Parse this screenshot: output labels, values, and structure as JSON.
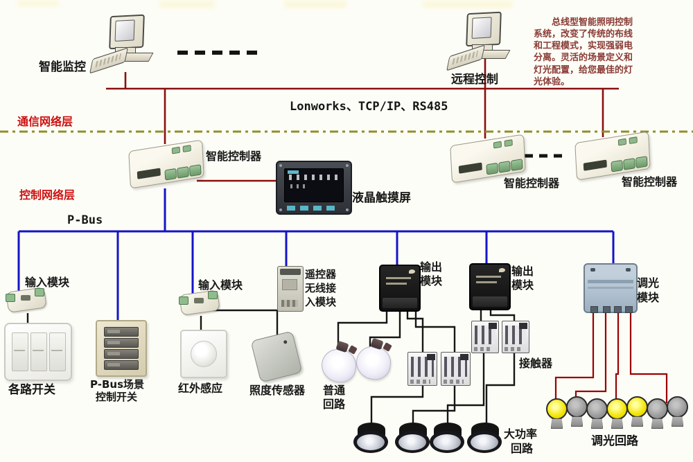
{
  "note": {
    "lines": [
      "总线型智能照明控制",
      "系统，改变了传统的布线",
      "和工程模式，实现强弱电",
      "分离。灵活的场景定义和",
      "灯光配置，给您最佳的灯",
      "光体验。"
    ]
  },
  "layers": {
    "comm_label": "通信网络层",
    "control_label": "控制网络层"
  },
  "buses": {
    "comm_protocols": "Lonworks、TCP/IP、RS485",
    "pbus_label": "P-Bus"
  },
  "devices": {
    "monitor_pc_label": "智能监控",
    "remote_pc_label": "远程控制",
    "controller_label": "智能控制器",
    "touchscreen_label": "液晶触摸屏",
    "input_module_label": "输入模块",
    "wireless_module_lines": [
      "遥控器",
      "无线接",
      "入模块"
    ],
    "output_module_lines": [
      "输出",
      "模块"
    ],
    "dimming_module_lines": [
      "调光",
      "模块"
    ],
    "branch_switch_label": "各路开关",
    "scene_switch_lines": [
      "P-Bus场景",
      "控制开关"
    ],
    "infrared_label": "红外感应",
    "lux_sensor_label": "照度传感器",
    "contactor_label": "接触器"
  },
  "circuits": {
    "normal_lines": [
      "普通",
      "回路"
    ],
    "high_power_lines": [
      "大功率",
      "回路"
    ],
    "dimming_label": "调光回路",
    "dimmer_bulbs": [
      "lit",
      "unlit",
      "unlit",
      "lit",
      "lit",
      "unlit",
      "unlit"
    ]
  },
  "colors": {
    "comm_bus": "#8a0f0f",
    "control_bus": "#1414c8",
    "layer_text": "#cc1111",
    "note_text": "#8a3a34",
    "separator_dash": "#8f8f2a",
    "wire_black": "#151515",
    "dim_wire": "#990000",
    "lit_bulb": "#f2e400",
    "unlit_bulb": "#9a9a9a"
  }
}
